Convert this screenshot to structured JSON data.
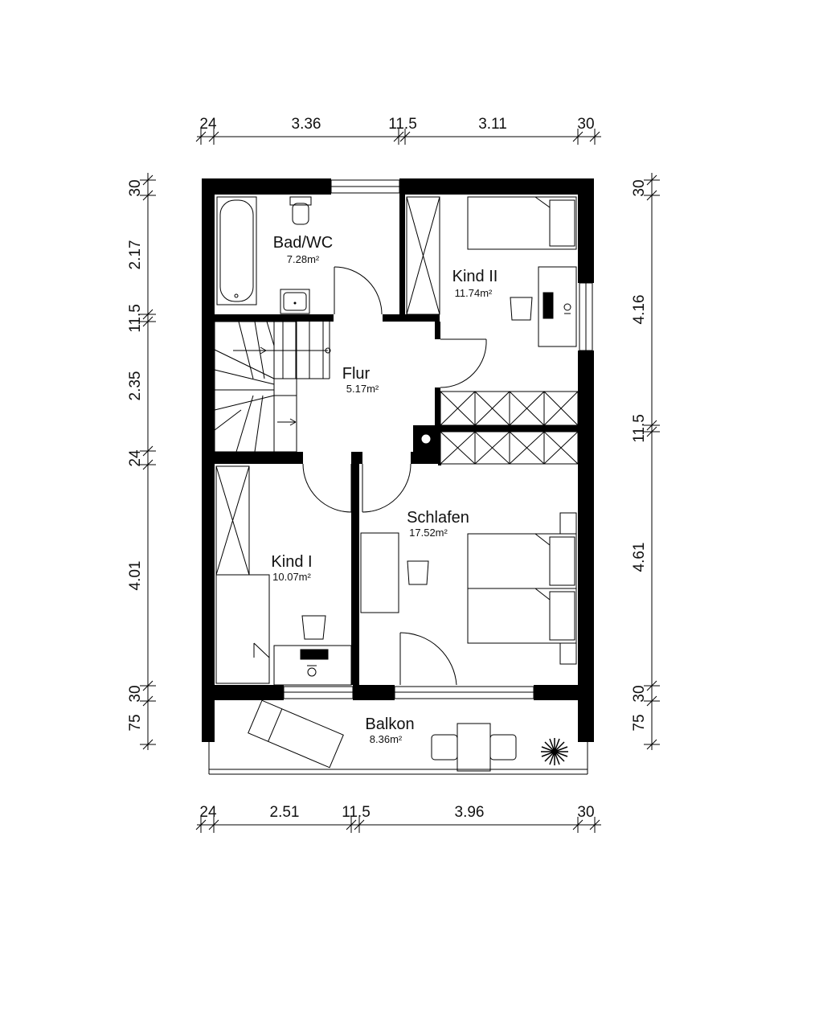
{
  "rooms": [
    {
      "name": "Bad/WC",
      "area": "7.28m²"
    },
    {
      "name": "Kind II",
      "area": "11.74m²"
    },
    {
      "name": "Flur",
      "area": "5.17m²"
    },
    {
      "name": "Schlafen",
      "area": "17.52m²"
    },
    {
      "name": "Kind I",
      "area": "10.07m²"
    },
    {
      "name": "Balkon",
      "area": "8.36m²"
    }
  ],
  "dimensions": {
    "top": [
      "24",
      "3.36",
      "11.5",
      "3.11",
      "30"
    ],
    "bottom": [
      "24",
      "2.51",
      "11.5",
      "3.96",
      "30"
    ],
    "left": [
      "30",
      "2.17",
      "11.5",
      "2.35",
      "24",
      "4.01",
      "30",
      "75"
    ],
    "right": [
      "30",
      "4.16",
      "11.5",
      "4.61",
      "30",
      "75"
    ]
  }
}
